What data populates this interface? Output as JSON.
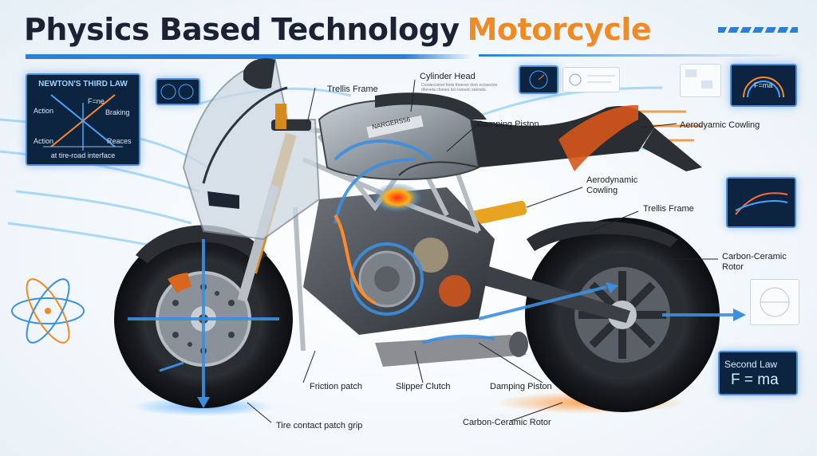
{
  "title": {
    "main": "Physics Based Technology",
    "accent": "Motorcycle"
  },
  "colors": {
    "accent": "#f08a24",
    "title": "#1b2233",
    "blue": "#3b8fe0",
    "panel": "#0c2440"
  },
  "newtons_panel": {
    "title": "NEWTON'S THIRD LAW",
    "action_top": "Action",
    "force": "F=ne",
    "braking": "Braking",
    "action_bottom": "Action",
    "reaction": "Reaces",
    "footer": "at tire-road interface"
  },
  "second_law_panel": {
    "title": "Second Law",
    "formula": "F = ma"
  },
  "small_formula": "F=ma",
  "bike_brand": "NARGERS56",
  "cylinder_caption": "Cosdeccenet fonts theeree dorn ecnvecton dheveta chenes bro tonnetc snenets.",
  "labels": {
    "trellis_frame_top": "Trellis Frame",
    "cylinder_head": "Cylinder Head",
    "damping_piston_top": "Damping Piston",
    "aero_cowling_right": "Aerodyamic Cowling",
    "aero_cowling_mid": "Aerodynamic\nCowling",
    "trellis_frame_mid": "Trellis Frame",
    "carbon_ceramic_right": "Carbon-Ceramic\nRotor",
    "friction_patch": "Friction patch",
    "slipper_clutch": "Slipper Clutch",
    "damping_piston_bottom": "Damping Piston",
    "tire_contact": "Tire contact patch grip",
    "carbon_ceramic_bottom": "Carbon-Ceramic Rotor"
  },
  "icons": [
    "atom-icon",
    "gauge-icon",
    "radar-icon",
    "wind-tunnel-icon",
    "wheel-diagram-icon"
  ]
}
